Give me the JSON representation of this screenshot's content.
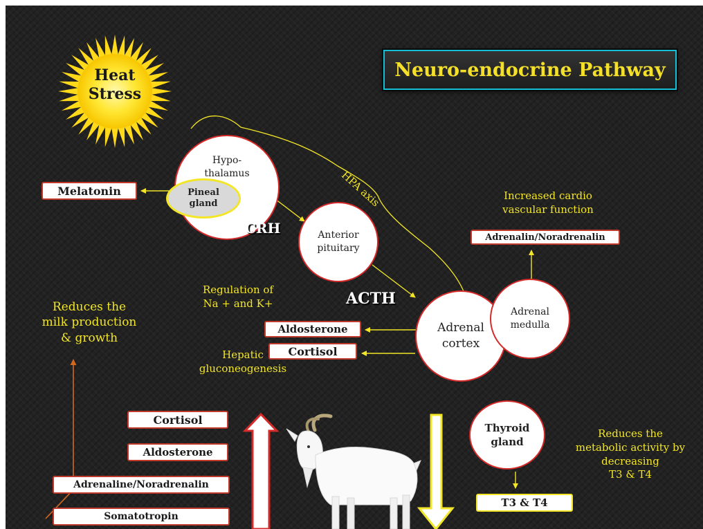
{
  "title": "Neuro-endocrine Pathway",
  "sun_label": "Heat\nStress",
  "hpa_axis_label": "HPA axis",
  "nodes": {
    "hypothalamus": "Hypo-\nthalamus",
    "pineal_gland": "Pineal\ngland",
    "anterior_pituitary": "Anterior\npituitary",
    "adrenal_cortex": "Adrenal\ncortex",
    "adrenal_medulla": "Adrenal\nmedulla",
    "thyroid_gland": "Thyroid\ngland"
  },
  "hormone_labels": {
    "crh": "CRH",
    "acth": "ACTH"
  },
  "boxes": {
    "melatonin": "Melatonin",
    "adrenalin_noradrenalin": "Adrenalin/Noradrenalin",
    "aldosterone": "Aldosterone",
    "cortisol": "Cortisol",
    "t3_t4": "T3 & T4"
  },
  "effects": {
    "cardio": "Increased cardio\nvascular function",
    "na_k": "Regulation of\nNa + and K+",
    "hepatic": "Hepatic\ngluconeogenesis",
    "milk_growth": "Reduces the\nmilk production\n& growth",
    "metabolic": "Reduces the\nmetabolic activity by\ndecreasing\nT3 & T4"
  },
  "increased_hormones": [
    "Cortisol",
    "Aldosterone",
    "Adrenaline/Noradrenalin",
    "Somatotropin"
  ],
  "colors": {
    "background": "#222222",
    "accent_yellow": "#f2e627",
    "title_border": "#15c0d6",
    "box_border": "#c0392b",
    "orange_line": "#d2691e"
  }
}
